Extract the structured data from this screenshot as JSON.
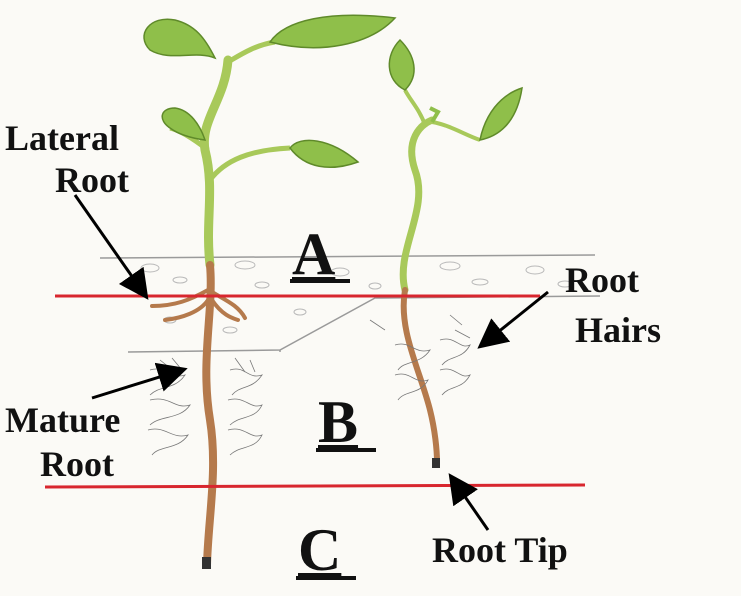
{
  "labels": {
    "lateral_root_line1": "Lateral",
    "lateral_root_line2": "Root",
    "root_hairs_line1": "Root",
    "root_hairs_line2": "Hairs",
    "mature_root_line1": "Mature",
    "mature_root_line2": "Root",
    "root_tip": "Root Tip"
  },
  "zones": {
    "a": "A",
    "b": "B",
    "c": "C"
  },
  "colors": {
    "divider_line": "#d8262e",
    "stem": "#a8c95a",
    "leaf": "#8fbf4a",
    "root": "#b57a4c",
    "arrow": "#000000"
  }
}
